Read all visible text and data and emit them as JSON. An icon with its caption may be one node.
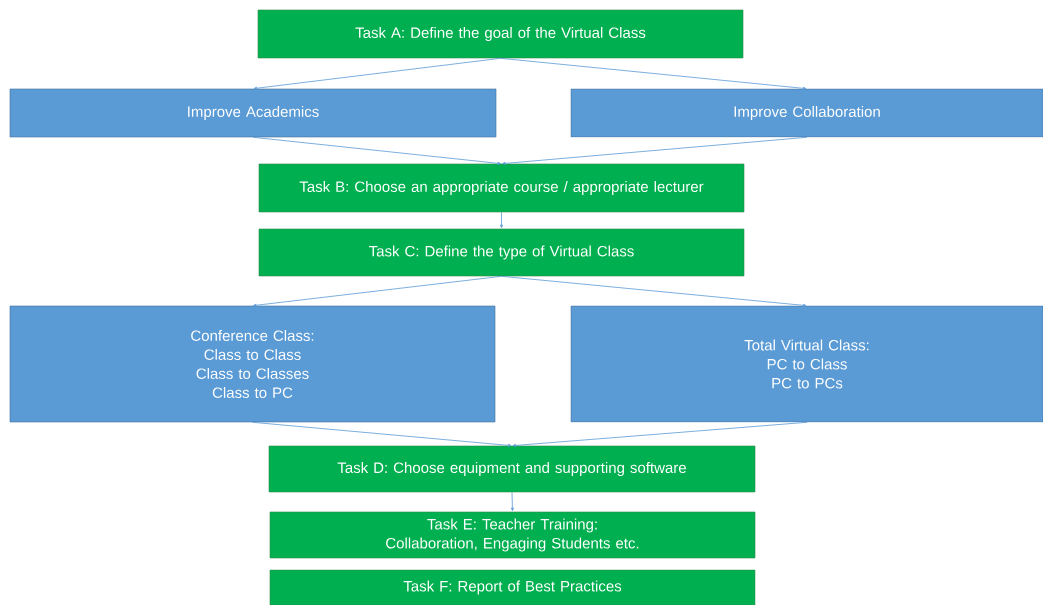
{
  "diagram": {
    "nodes": [
      {
        "text": [
          "Task A: Define the goal of the Virtual Class"
        ]
      },
      {
        "text": [
          "Improve Academics"
        ]
      },
      {
        "text": [
          "Improve Collaboration"
        ]
      },
      {
        "text": [
          "Task B: Choose an appropriate course / appropriate lecturer"
        ]
      },
      {
        "text": [
          "Task C: Define the type of Virtual Class"
        ]
      },
      {
        "text": [
          "Conference Class:",
          "Class to Class",
          "Class to Classes",
          "Class to PC"
        ]
      },
      {
        "text": [
          "Total Virtual Class:",
          "PC to Class",
          "PC to PCs"
        ]
      },
      {
        "text": [
          "Task D: Choose equipment and supporting software"
        ]
      },
      {
        "text": [
          "Task E: Teacher Training: Collaboration, Engaging Students etc."
        ]
      },
      {
        "text": [
          "Task F: Report of Best Practices"
        ]
      }
    ],
    "edges": [
      {
        "from": 0,
        "to": 1,
        "arrow": "to"
      },
      {
        "from": 0,
        "to": 2,
        "arrow": "to"
      },
      {
        "from": 1,
        "to": 3,
        "arrow": "to"
      },
      {
        "from": 2,
        "to": 3,
        "arrow": "to"
      },
      {
        "from": 3,
        "to": 4,
        "arrow": "to"
      },
      {
        "from": 4,
        "to": 5,
        "arrow": "to"
      },
      {
        "from": 4,
        "to": 6,
        "arrow": "to"
      },
      {
        "from": 5,
        "to": 7,
        "arrow": "to"
      },
      {
        "from": 6,
        "to": 7,
        "arrow": "to"
      },
      {
        "from": 7,
        "to": 8,
        "arrow": "to"
      }
    ]
  }
}
